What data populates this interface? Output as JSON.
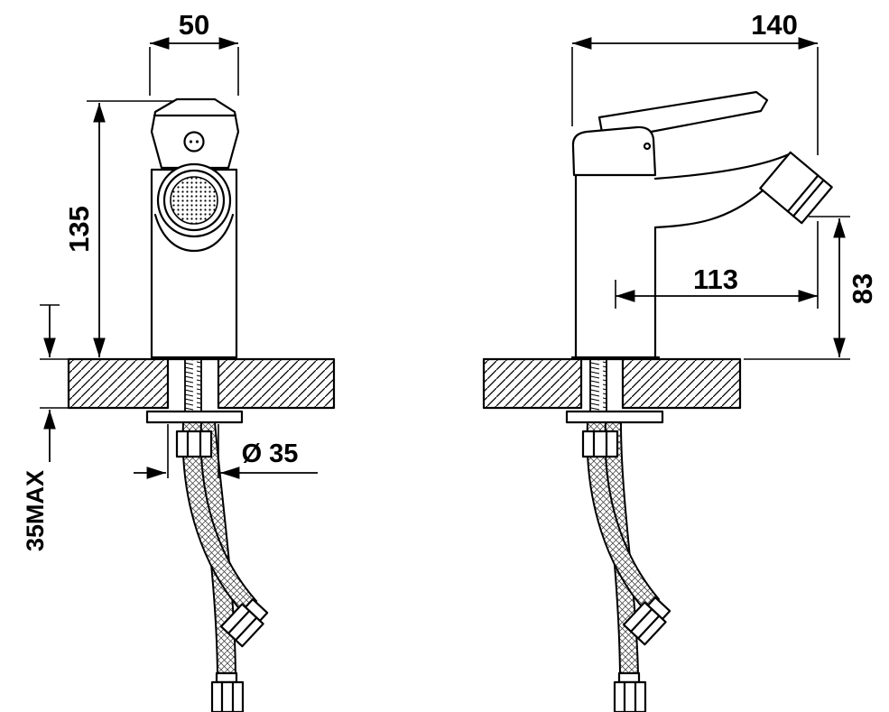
{
  "drawing": {
    "dimensions": {
      "body_width": "50",
      "body_height": "135",
      "overall_depth": "140",
      "spout_reach": "113",
      "spout_height": "83",
      "hole_diameter": "Ø 35",
      "max_counter_thickness": "35MAX"
    },
    "colors": {
      "line": "#000000",
      "background": "#ffffff"
    }
  }
}
